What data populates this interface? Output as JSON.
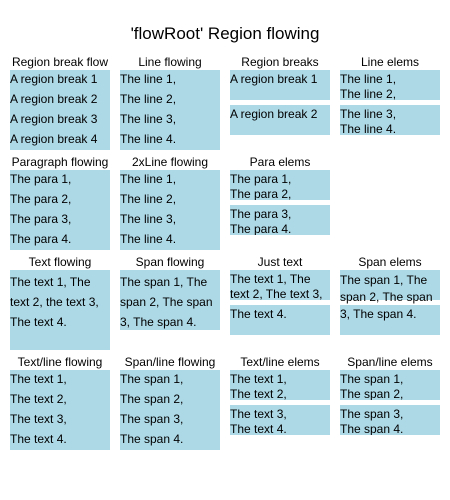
{
  "title": "'flowRoot' Region flowing",
  "region_color": "#add8e6",
  "cells": {
    "r0c0": {
      "title": "Region break flow",
      "boxes": [
        "A region break 1",
        "A region break 2",
        "A region break 3",
        "A region break 4"
      ]
    },
    "r0c1": {
      "title": "Line flowing",
      "boxes": [
        "The line 1,",
        "The line 2,",
        "The line 3,",
        "The line 4."
      ]
    },
    "r0c2": {
      "title": "Region breaks",
      "boxes": [
        "A region break 1",
        "A region break 2"
      ]
    },
    "r0c3": {
      "title": "Line elems",
      "boxes": [
        "The line 1,\nThe line 2,",
        "The line 3,\nThe line 4."
      ]
    },
    "r1c0": {
      "title": "Paragraph flowing",
      "boxes": [
        "The para 1,",
        "The para 2,",
        "The para 3,",
        "The para 4."
      ]
    },
    "r1c1": {
      "title": "2xLine flowing",
      "boxes": [
        "The line 1,",
        "The line 2,",
        "The line 3,",
        "The line 4."
      ]
    },
    "r1c2": {
      "title": "Para elems",
      "boxes": [
        "The para 1,\nThe para 2,",
        "The para 3,\nThe para 4."
      ]
    },
    "r2c0": {
      "title": "Text flowing",
      "text": "The text 1, The\ntext 2, the text 3,\nThe text 4."
    },
    "r2c1": {
      "title": "Span flowing",
      "text": "The span 1, The\nspan 2, The span\n3, The span 4."
    },
    "r2c2": {
      "title": "Just text",
      "boxes": [
        "The text 1, The\ntext 2, The text 3,",
        "The text 4."
      ]
    },
    "r2c3": {
      "title": "Span elems",
      "text": "The span 1, The\nspan 2, The span\n3, The span 4."
    },
    "r3c0": {
      "title": "Text/line flowing",
      "boxes": [
        "The text 1,",
        "The text 2,",
        "The text 3,",
        "The text 4."
      ]
    },
    "r3c1": {
      "title": "Span/line flowing",
      "boxes": [
        "The span 1,",
        "The span 2,",
        "The span 3,",
        "The span 4."
      ]
    },
    "r3c2": {
      "title": "Text/line elems",
      "boxes": [
        "The text 1,\nThe text 2,",
        "The text 3,\nThe text 4."
      ]
    },
    "r3c3": {
      "title": "Span/line elems",
      "boxes": [
        "The span 1,\nThe span 2,",
        "The span 3,\nThe span 4."
      ]
    }
  }
}
